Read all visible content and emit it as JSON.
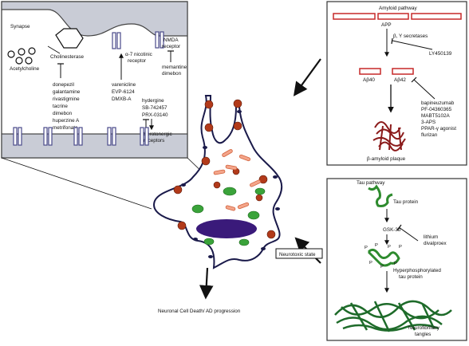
{
  "synapse": {
    "title": "Synapse",
    "acetylcholine": "Acetylcholine",
    "cholinesterase": "Cholinesterase",
    "cholinesterase_drugs": [
      "donepezil",
      "galantamine",
      "rivastigmine",
      "tacrine",
      "dimebon",
      "huperzine A",
      "metrifonate"
    ],
    "nicotinic_label": [
      "α-7 nicotinic",
      "receptor"
    ],
    "nicotinic_drugs": [
      "varenicline",
      "EVP-6124",
      "DMXB-A"
    ],
    "nmda_label": [
      "NMDA",
      "receptor"
    ],
    "nmda_drugs": [
      "memantine",
      "dimebon"
    ],
    "serotonergic_drugs": [
      "hydergine",
      "SB-742457",
      "PRX-03140"
    ],
    "serotonergic_label": [
      "Serotonergic",
      "receptors"
    ]
  },
  "amyloid": {
    "title": "Amyloid pathway",
    "app": "APP",
    "secretases": "β, Υ secretases",
    "secretase_inhibitor": "LY450139",
    "ab40": "Aβ40",
    "ab42": "Aβ42",
    "ab42_drugs": [
      "bapineuzumab",
      "PF-04360365",
      "MABT5102A",
      "3-APS",
      "PPAR-γ agonist",
      "flurizan"
    ],
    "plaque": "β-amyloid plaque"
  },
  "tau": {
    "title": "Tau pathway",
    "protein": "Tau protein",
    "kinase": "GSK-3b",
    "kinase_drugs": [
      "lithium",
      "divalproex"
    ],
    "hyper": [
      "Hyperphosphorylated",
      "tau protein"
    ],
    "tangles": [
      "Neurofibrillary",
      "tangles"
    ]
  },
  "neuron": {
    "state_label": "Neurotoxic state",
    "outcome": "Neuronal Cell Death/ AD progression"
  },
  "colors": {
    "red": "#c62828",
    "green": "#2e8b2e",
    "plaque": "#8b1a1a",
    "nucleus": "#3a1a7a",
    "receptor": "#4a4a8a",
    "membrane": "#c9ccd6"
  }
}
